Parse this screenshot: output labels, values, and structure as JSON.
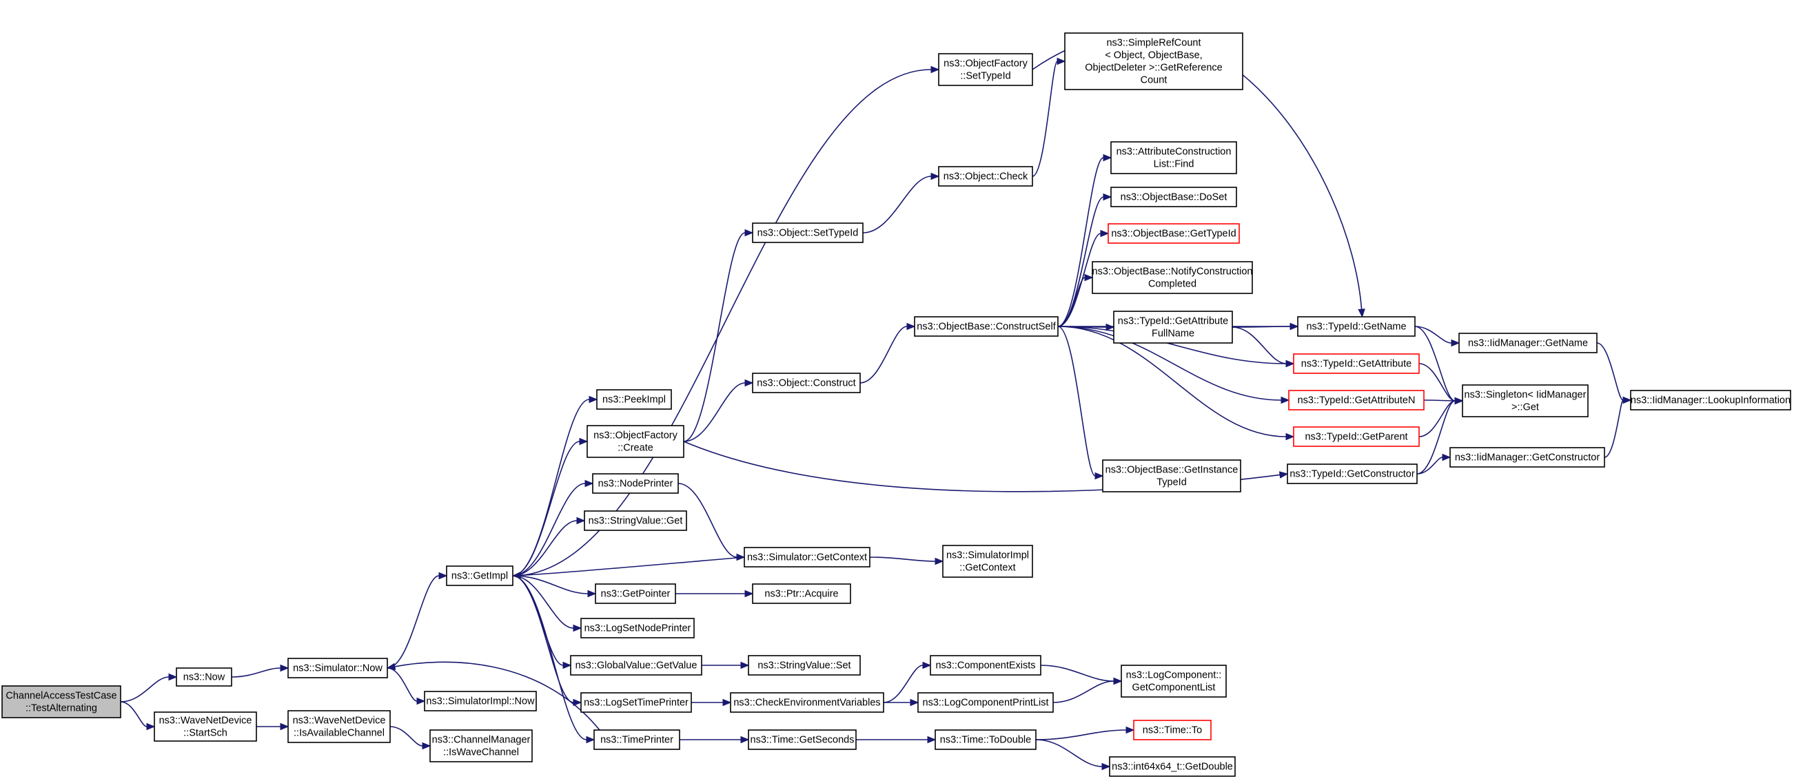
{
  "colors": {
    "edge": "#191970",
    "root_fill": "#bfbfbf",
    "truncated_border": "#ff0000",
    "border": "#000000"
  },
  "nodes": [
    {
      "id": "root",
      "lines": [
        "ChannelAccessTestCase",
        "::TestAlternating"
      ],
      "style": "root"
    },
    {
      "id": "now",
      "lines": [
        "ns3::Now"
      ]
    },
    {
      "id": "wnd_startsch",
      "lines": [
        "ns3::WaveNetDevice",
        "::StartSch"
      ]
    },
    {
      "id": "sim_now",
      "lines": [
        "ns3::Simulator::Now"
      ]
    },
    {
      "id": "wnd_isavail",
      "lines": [
        "ns3::WaveNetDevice",
        "::IsAvailableChannel"
      ]
    },
    {
      "id": "getimpl",
      "lines": [
        "ns3::GetImpl"
      ]
    },
    {
      "id": "simimpl_now",
      "lines": [
        "ns3::SimulatorImpl::Now"
      ]
    },
    {
      "id": "chmgr_iswave",
      "lines": [
        "ns3::ChannelManager",
        "::IsWaveChannel"
      ]
    },
    {
      "id": "of_settypeid",
      "lines": [
        "ns3::ObjectFactory",
        "::SetTypeId"
      ]
    },
    {
      "id": "peekimpl",
      "lines": [
        "ns3::PeekImpl"
      ]
    },
    {
      "id": "of_create",
      "lines": [
        "ns3::ObjectFactory",
        "::Create"
      ]
    },
    {
      "id": "nodeprinter",
      "lines": [
        "ns3::NodePrinter"
      ]
    },
    {
      "id": "stringvalue_get",
      "lines": [
        "ns3::StringValue::Get"
      ]
    },
    {
      "id": "getpointer",
      "lines": [
        "ns3::GetPointer"
      ]
    },
    {
      "id": "logsetnodeprinter",
      "lines": [
        "ns3::LogSetNodePrinter"
      ]
    },
    {
      "id": "globalvalue_getvalue",
      "lines": [
        "ns3::GlobalValue::GetValue"
      ]
    },
    {
      "id": "logsettimeprinter",
      "lines": [
        "ns3::LogSetTimePrinter"
      ]
    },
    {
      "id": "timeprinter",
      "lines": [
        "ns3::TimePrinter"
      ]
    },
    {
      "id": "object_settypeid",
      "lines": [
        "ns3::Object::SetTypeId"
      ]
    },
    {
      "id": "object_construct",
      "lines": [
        "ns3::Object::Construct"
      ]
    },
    {
      "id": "sim_getcontext",
      "lines": [
        "ns3::Simulator::GetContext"
      ]
    },
    {
      "id": "ptr_acquire",
      "lines": [
        "ns3::Ptr::Acquire"
      ]
    },
    {
      "id": "stringvalue_set",
      "lines": [
        "ns3::StringValue::Set"
      ]
    },
    {
      "id": "checkenv",
      "lines": [
        "ns3::CheckEnvironmentVariables"
      ]
    },
    {
      "id": "time_getseconds",
      "lines": [
        "ns3::Time::GetSeconds"
      ]
    },
    {
      "id": "object_check",
      "lines": [
        "ns3::Object::Check"
      ]
    },
    {
      "id": "simplerefcount",
      "lines": [
        "ns3::SimpleRefCount",
        "< Object, ObjectBase,",
        "ObjectDeleter >::GetReference",
        "Count"
      ]
    },
    {
      "id": "ob_constructself",
      "lines": [
        "ns3::ObjectBase::ConstructSelf"
      ]
    },
    {
      "id": "simimpl_getcontext",
      "lines": [
        "ns3::SimulatorImpl",
        "::GetContext"
      ]
    },
    {
      "id": "componentexists",
      "lines": [
        "ns3::ComponentExists"
      ]
    },
    {
      "id": "logcomponentprintlist",
      "lines": [
        "ns3::LogComponentPrintList"
      ]
    },
    {
      "id": "time_todouble",
      "lines": [
        "ns3::Time::ToDouble"
      ]
    },
    {
      "id": "acl_find",
      "lines": [
        "ns3::AttributeConstruction",
        "List::Find"
      ]
    },
    {
      "id": "ob_doset",
      "lines": [
        "ns3::ObjectBase::DoSet"
      ]
    },
    {
      "id": "ob_gettypeid",
      "lines": [
        "ns3::ObjectBase::GetTypeId"
      ],
      "style": "truncated"
    },
    {
      "id": "ob_notify",
      "lines": [
        "ns3::ObjectBase::NotifyConstruction",
        "Completed"
      ]
    },
    {
      "id": "typeid_getattrfullname",
      "lines": [
        "ns3::TypeId::GetAttribute",
        "FullName"
      ]
    },
    {
      "id": "ob_getinstancetypeid",
      "lines": [
        "ns3::ObjectBase::GetInstance",
        "TypeId"
      ]
    },
    {
      "id": "logcomponent_getlist",
      "lines": [
        "ns3::LogComponent::",
        "GetComponentList"
      ]
    },
    {
      "id": "time_to",
      "lines": [
        "ns3::Time::To"
      ],
      "style": "truncated"
    },
    {
      "id": "int64x64_getdouble",
      "lines": [
        "ns3::int64x64_t::GetDouble"
      ]
    },
    {
      "id": "typeid_getname",
      "lines": [
        "ns3::TypeId::GetName"
      ]
    },
    {
      "id": "typeid_getattribute",
      "lines": [
        "ns3::TypeId::GetAttribute"
      ],
      "style": "truncated"
    },
    {
      "id": "typeid_getattributen",
      "lines": [
        "ns3::TypeId::GetAttributeN"
      ],
      "style": "truncated"
    },
    {
      "id": "typeid_getparent",
      "lines": [
        "ns3::TypeId::GetParent"
      ],
      "style": "truncated"
    },
    {
      "id": "typeid_getconstructor",
      "lines": [
        "ns3::TypeId::GetConstructor"
      ]
    },
    {
      "id": "iidmgr_getname",
      "lines": [
        "ns3::IidManager::GetName"
      ]
    },
    {
      "id": "singleton_get",
      "lines": [
        "ns3::Singleton< IidManager",
        ">::Get"
      ]
    },
    {
      "id": "iidmgr_getconstructor",
      "lines": [
        "ns3::IidManager::GetConstructor"
      ]
    },
    {
      "id": "iidmgr_lookup",
      "lines": [
        "ns3::IidManager::LookupInformation"
      ]
    }
  ],
  "edges": [
    [
      "root",
      "now"
    ],
    [
      "root",
      "wnd_startsch"
    ],
    [
      "now",
      "sim_now"
    ],
    [
      "wnd_startsch",
      "wnd_isavail"
    ],
    [
      "sim_now",
      "getimpl"
    ],
    [
      "sim_now",
      "simimpl_now"
    ],
    [
      "wnd_isavail",
      "chmgr_iswave"
    ],
    [
      "getimpl",
      "of_settypeid"
    ],
    [
      "getimpl",
      "peekimpl"
    ],
    [
      "getimpl",
      "of_create"
    ],
    [
      "getimpl",
      "nodeprinter"
    ],
    [
      "getimpl",
      "stringvalue_get"
    ],
    [
      "getimpl",
      "getpointer"
    ],
    [
      "getimpl",
      "logsetnodeprinter"
    ],
    [
      "getimpl",
      "globalvalue_getvalue"
    ],
    [
      "getimpl",
      "logsettimeprinter"
    ],
    [
      "getimpl",
      "timeprinter"
    ],
    [
      "of_create",
      "object_settypeid"
    ],
    [
      "of_create",
      "object_construct"
    ],
    [
      "of_create",
      "typeid_getconstructor"
    ],
    [
      "nodeprinter",
      "sim_getcontext"
    ],
    [
      "getpointer",
      "ptr_acquire"
    ],
    [
      "globalvalue_getvalue",
      "stringvalue_set"
    ],
    [
      "logsettimeprinter",
      "checkenv"
    ],
    [
      "timeprinter",
      "sim_now"
    ],
    [
      "timeprinter",
      "time_getseconds"
    ],
    [
      "sim_getcontext",
      "getimpl"
    ],
    [
      "sim_getcontext",
      "simimpl_getcontext"
    ],
    [
      "object_settypeid",
      "object_check"
    ],
    [
      "object_construct",
      "ob_constructself"
    ],
    [
      "object_check",
      "simplerefcount"
    ],
    [
      "checkenv",
      "componentexists"
    ],
    [
      "checkenv",
      "logcomponentprintlist"
    ],
    [
      "time_getseconds",
      "time_todouble"
    ],
    [
      "ob_constructself",
      "acl_find"
    ],
    [
      "ob_constructself",
      "ob_doset"
    ],
    [
      "ob_constructself",
      "ob_gettypeid"
    ],
    [
      "ob_constructself",
      "ob_notify"
    ],
    [
      "ob_constructself",
      "typeid_getattrfullname"
    ],
    [
      "ob_constructself",
      "typeid_getname"
    ],
    [
      "ob_constructself",
      "typeid_getattribute"
    ],
    [
      "ob_constructself",
      "typeid_getattributen"
    ],
    [
      "ob_constructself",
      "typeid_getparent"
    ],
    [
      "ob_constructself",
      "ob_getinstancetypeid"
    ],
    [
      "componentexists",
      "logcomponent_getlist"
    ],
    [
      "logcomponentprintlist",
      "logcomponent_getlist"
    ],
    [
      "time_todouble",
      "time_to"
    ],
    [
      "time_todouble",
      "int64x64_getdouble"
    ],
    [
      "typeid_getattrfullname",
      "typeid_getname"
    ],
    [
      "typeid_getattrfullname",
      "typeid_getattribute"
    ],
    [
      "typeid_getname",
      "iidmgr_getname"
    ],
    [
      "typeid_getname",
      "singleton_get"
    ],
    [
      "typeid_getattribute",
      "singleton_get"
    ],
    [
      "typeid_getattributen",
      "singleton_get"
    ],
    [
      "typeid_getparent",
      "singleton_get"
    ],
    [
      "typeid_getconstructor",
      "singleton_get"
    ],
    [
      "typeid_getconstructor",
      "iidmgr_getconstructor"
    ],
    [
      "iidmgr_getname",
      "iidmgr_lookup"
    ],
    [
      "iidmgr_getconstructor",
      "iidmgr_lookup"
    ],
    [
      "of_settypeid",
      "typeid_getname"
    ]
  ]
}
